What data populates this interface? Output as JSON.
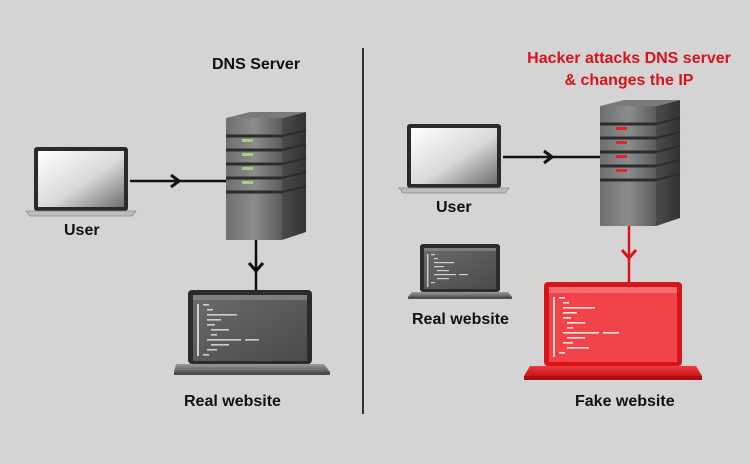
{
  "left": {
    "server_label": "DNS Server",
    "user_label": "User",
    "website_label": "Real website"
  },
  "right": {
    "attack_line1": "Hacker attacks DNS server",
    "attack_line2": "& changes the IP",
    "user_label": "User",
    "real_website_label": "Real website",
    "fake_website_label": "Fake website"
  },
  "colors": {
    "background": "#d4d4d4",
    "attack_red": "#d7141a",
    "connector": "#111111",
    "server_indicator_normal": "#9fd08a",
    "server_indicator_attacked": "#e0262a"
  },
  "icons": {
    "user_device": "laptop-icon",
    "server": "server-tower-icon",
    "website": "code-laptop-icon"
  }
}
